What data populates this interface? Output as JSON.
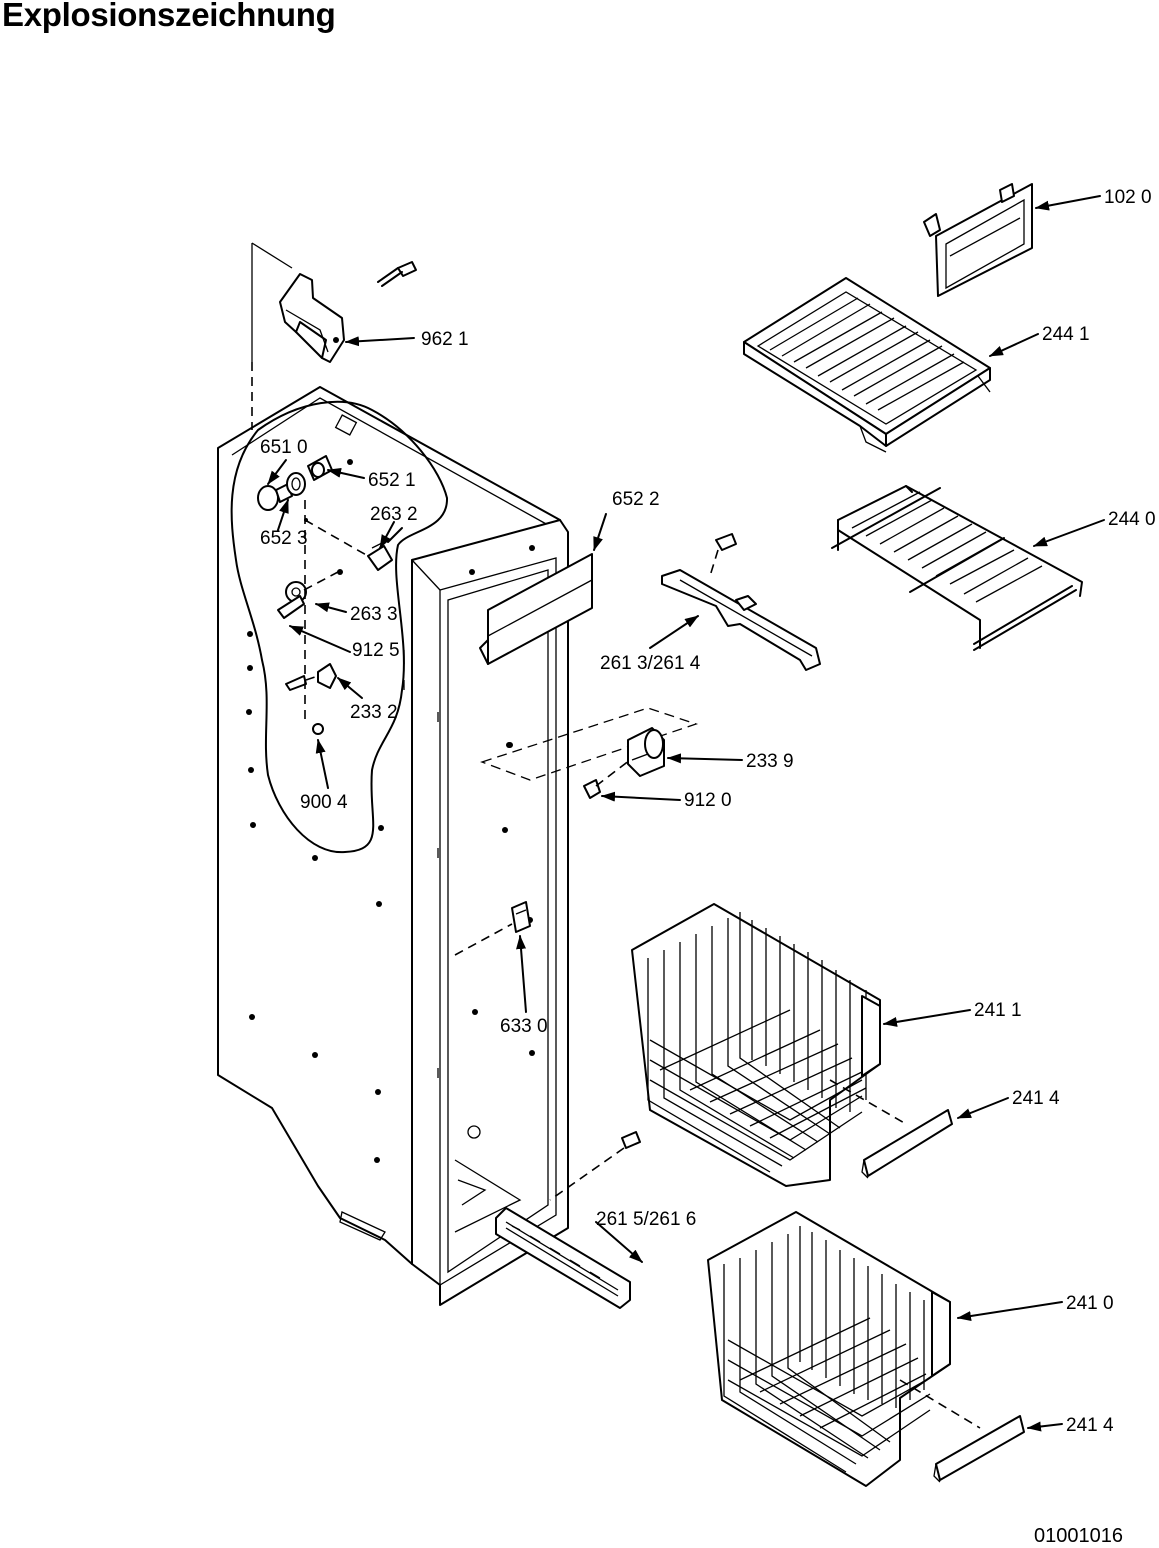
{
  "title": "Explosionszeichnung",
  "document_number": "01001016",
  "part_labels": [
    {
      "text": "102 0",
      "part": "ice-bin-cover"
    },
    {
      "text": "962 1",
      "part": "top-hinge-bracket"
    },
    {
      "text": "244 1",
      "part": "glass-shelf"
    },
    {
      "text": "651 0",
      "part": "lamp-bulb"
    },
    {
      "text": "652 1",
      "part": "lamp-socket"
    },
    {
      "text": "652 2",
      "part": "lamp-cover"
    },
    {
      "text": "263 2",
      "part": "switch-housing"
    },
    {
      "text": "652 3",
      "part": "lamp-holder"
    },
    {
      "text": "244 0",
      "part": "wire-shelf"
    },
    {
      "text": "263 3",
      "part": "thermostat-knob"
    },
    {
      "text": "912 5",
      "part": "screw-upper"
    },
    {
      "text": "261 3/261 4",
      "part": "shelf-support-rail"
    },
    {
      "text": "233 2",
      "part": "door-stop"
    },
    {
      "text": "233 9",
      "part": "shelf-bracket"
    },
    {
      "text": "900 4",
      "part": "rivet"
    },
    {
      "text": "912 0",
      "part": "screw-lower"
    },
    {
      "text": "633 0",
      "part": "door-switch"
    },
    {
      "text": "241 1",
      "part": "upper-basket"
    },
    {
      "text": "241 4",
      "part": "upper-basket-front"
    },
    {
      "text": "261 5/261 6",
      "part": "bottom-grille"
    },
    {
      "text": "241 0",
      "part": "lower-basket"
    },
    {
      "text": "241 4",
      "part": "lower-basket-front"
    }
  ]
}
